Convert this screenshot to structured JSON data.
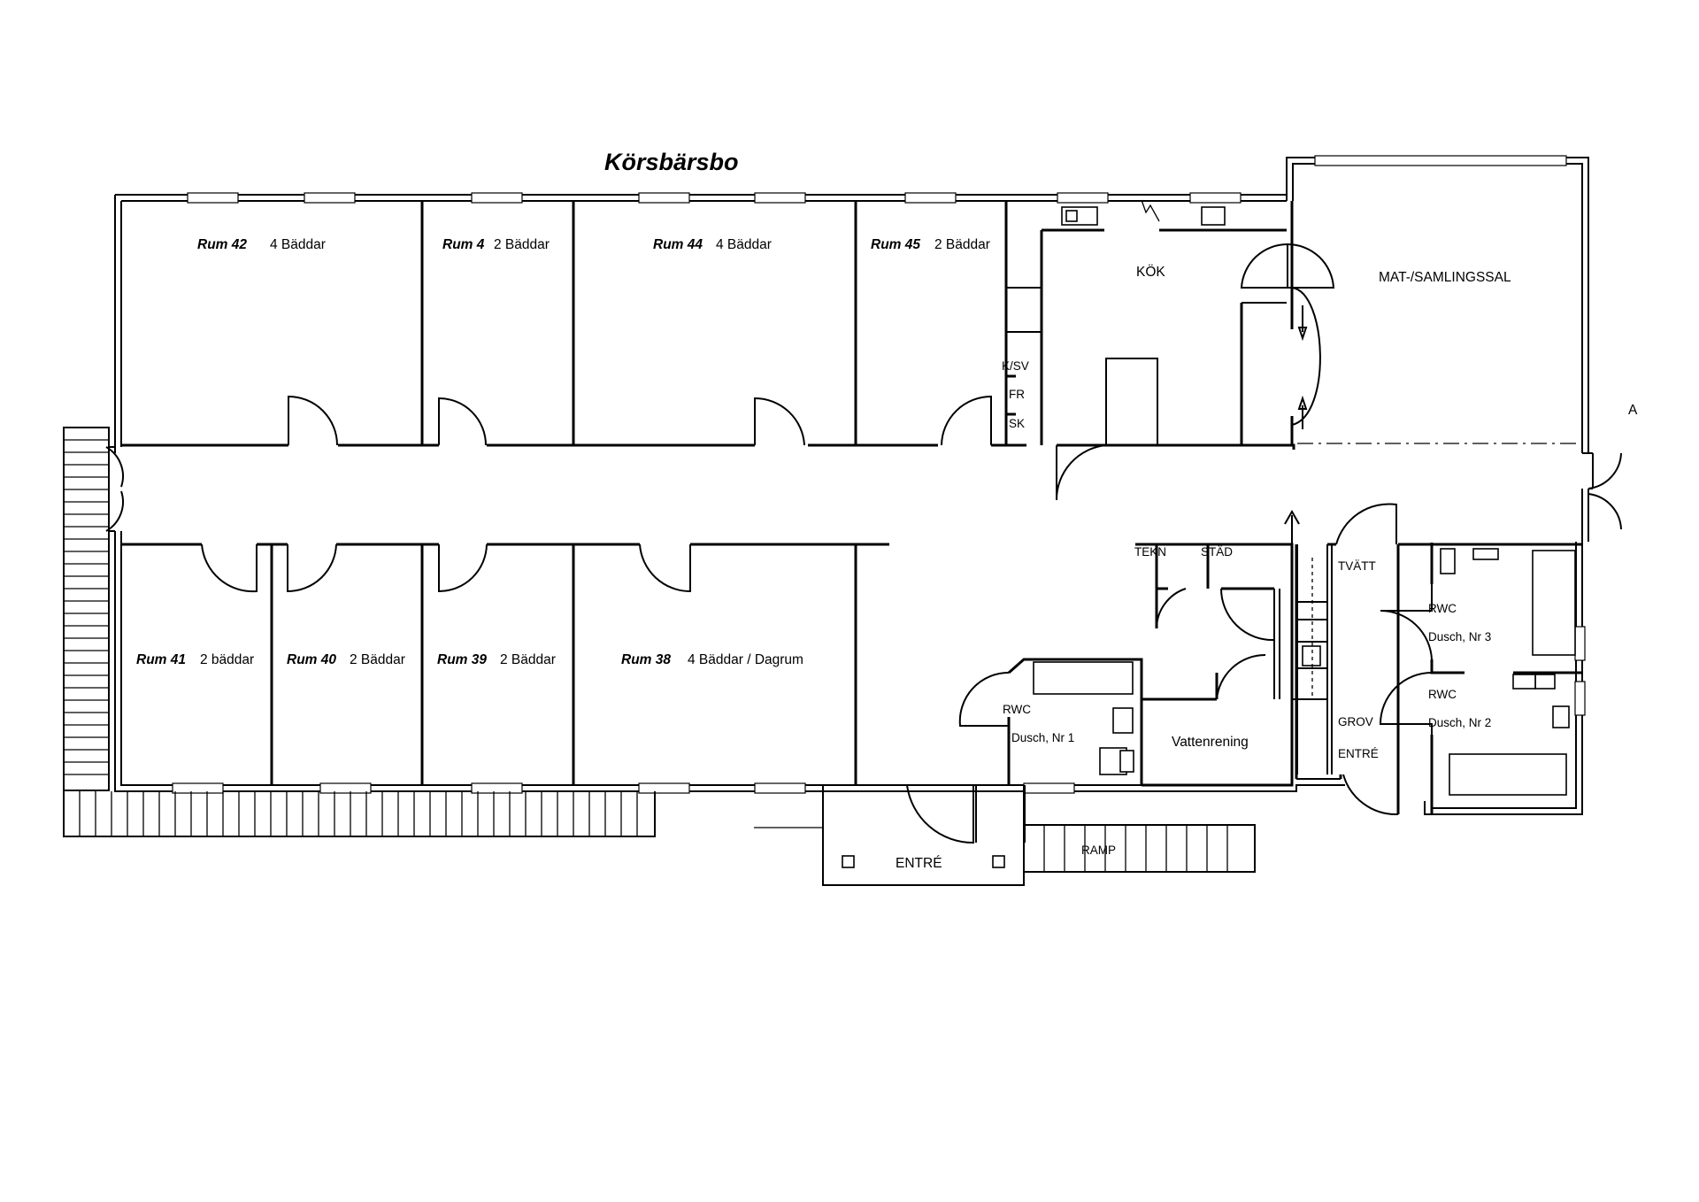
{
  "title": "Körsbärsbo",
  "rooms": {
    "r42": {
      "name": "Rum 42",
      "beds": "4 Bäddar"
    },
    "r4": {
      "name": "Rum 4",
      "beds": "2 Bäddar"
    },
    "r44": {
      "name": "Rum 44",
      "beds": "4 Bäddar"
    },
    "r45": {
      "name": "Rum 45",
      "beds": "2 Bäddar"
    },
    "r41": {
      "name": "Rum 41",
      "beds": "2 bäddar"
    },
    "r40": {
      "name": "Rum 40",
      "beds": "2 Bäddar"
    },
    "r39": {
      "name": "Rum 39",
      "beds": "2 Bäddar"
    },
    "r38": {
      "name": "Rum 38",
      "beds": "4 Bäddar / Dagrum"
    }
  },
  "labels": {
    "kok": "KÖK",
    "matsal": "MAT-/SAMLINGSSAL",
    "ksv": "K/SV",
    "fr": "FR",
    "sk": "SK",
    "a": "A",
    "tekn": "TEKN",
    "stad": "STÄD",
    "tvatt": "TVÄTT",
    "rwc1": "RWC",
    "dusch1": "Dusch, Nr 1",
    "rwc3": "RWC",
    "dusch3": "Dusch, Nr 3",
    "rwc2": "RWC",
    "dusch2": "Dusch, Nr 2",
    "vattenrening": "Vattenrening",
    "grov": "GROV",
    "grov_entre": "ENTRÉ",
    "entre": "ENTRÉ",
    "ramp": "RAMP"
  }
}
